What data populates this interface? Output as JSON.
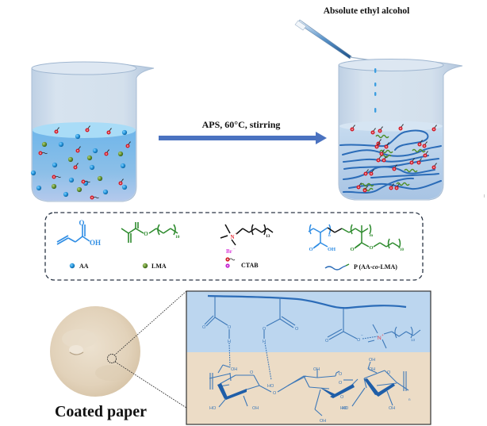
{
  "figure": {
    "title": "Preparation of P(AA-co-LMA) coating and its interaction with paper",
    "colors": {
      "arrow": "#4a72c0",
      "aa_particle": "#1f8fd6",
      "lma_particle": "#5e8e2e",
      "ctab_head": "#d41d2a",
      "ctab_counter_ion": "#c21fd0",
      "polymer_chain": "#2b6cb8",
      "aa_structure": "#2f8de4",
      "lma_structure": "#2e8b2e",
      "nitrogen": "#e8323c",
      "bromide": "#d93ad9",
      "coating_layer": "#bcd6ef",
      "paper_layer": "#ecdcc6",
      "paper_photo": "#e3d4bd"
    }
  },
  "step1": {
    "reaction_label": "APS,  60°C, stirring",
    "additive_label": "Absolute ethyl alcohol"
  },
  "legend": {
    "aa": {
      "label": "AA",
      "oh": "OH",
      "o": "O"
    },
    "lma": {
      "label": "LMA",
      "o_ester": "O",
      "subscript": "10"
    },
    "ctab": {
      "label": "CTAB",
      "n_plus": "N",
      "plus": "+",
      "br": "Br",
      "minus": "−",
      "subscript": "13"
    },
    "copolymer": {
      "label_prefix": "P (AA-",
      "label_italic": "co",
      "label_suffix": "-LMA)",
      "sub_n": "n",
      "sub_m": "m",
      "o1": "O",
      "oh": "OH",
      "o2": "O",
      "o3": "O",
      "subscript": "10"
    }
  },
  "bottom": {
    "paper_label": "Coated paper",
    "coating": {
      "o_left1": "O",
      "o_left2": "O",
      "h_left": "H",
      "o_mid1": "O",
      "o_mid2": "O",
      "h_mid": "H",
      "o_right1": "O",
      "o_minus": "O",
      "minus": "−",
      "n_plus": "N",
      "plus": "+",
      "subscript": "13"
    },
    "cellulose": {
      "oh_labels": [
        "OH",
        "OH",
        "HO",
        "OH",
        "HO",
        "OH",
        "HO",
        "OH",
        "OH",
        "HO",
        "OH"
      ],
      "ring_o": [
        "O",
        "O",
        "O",
        "O"
      ],
      "bridge_o": [
        "O",
        "O"
      ],
      "repeat_subscript": "n"
    }
  }
}
